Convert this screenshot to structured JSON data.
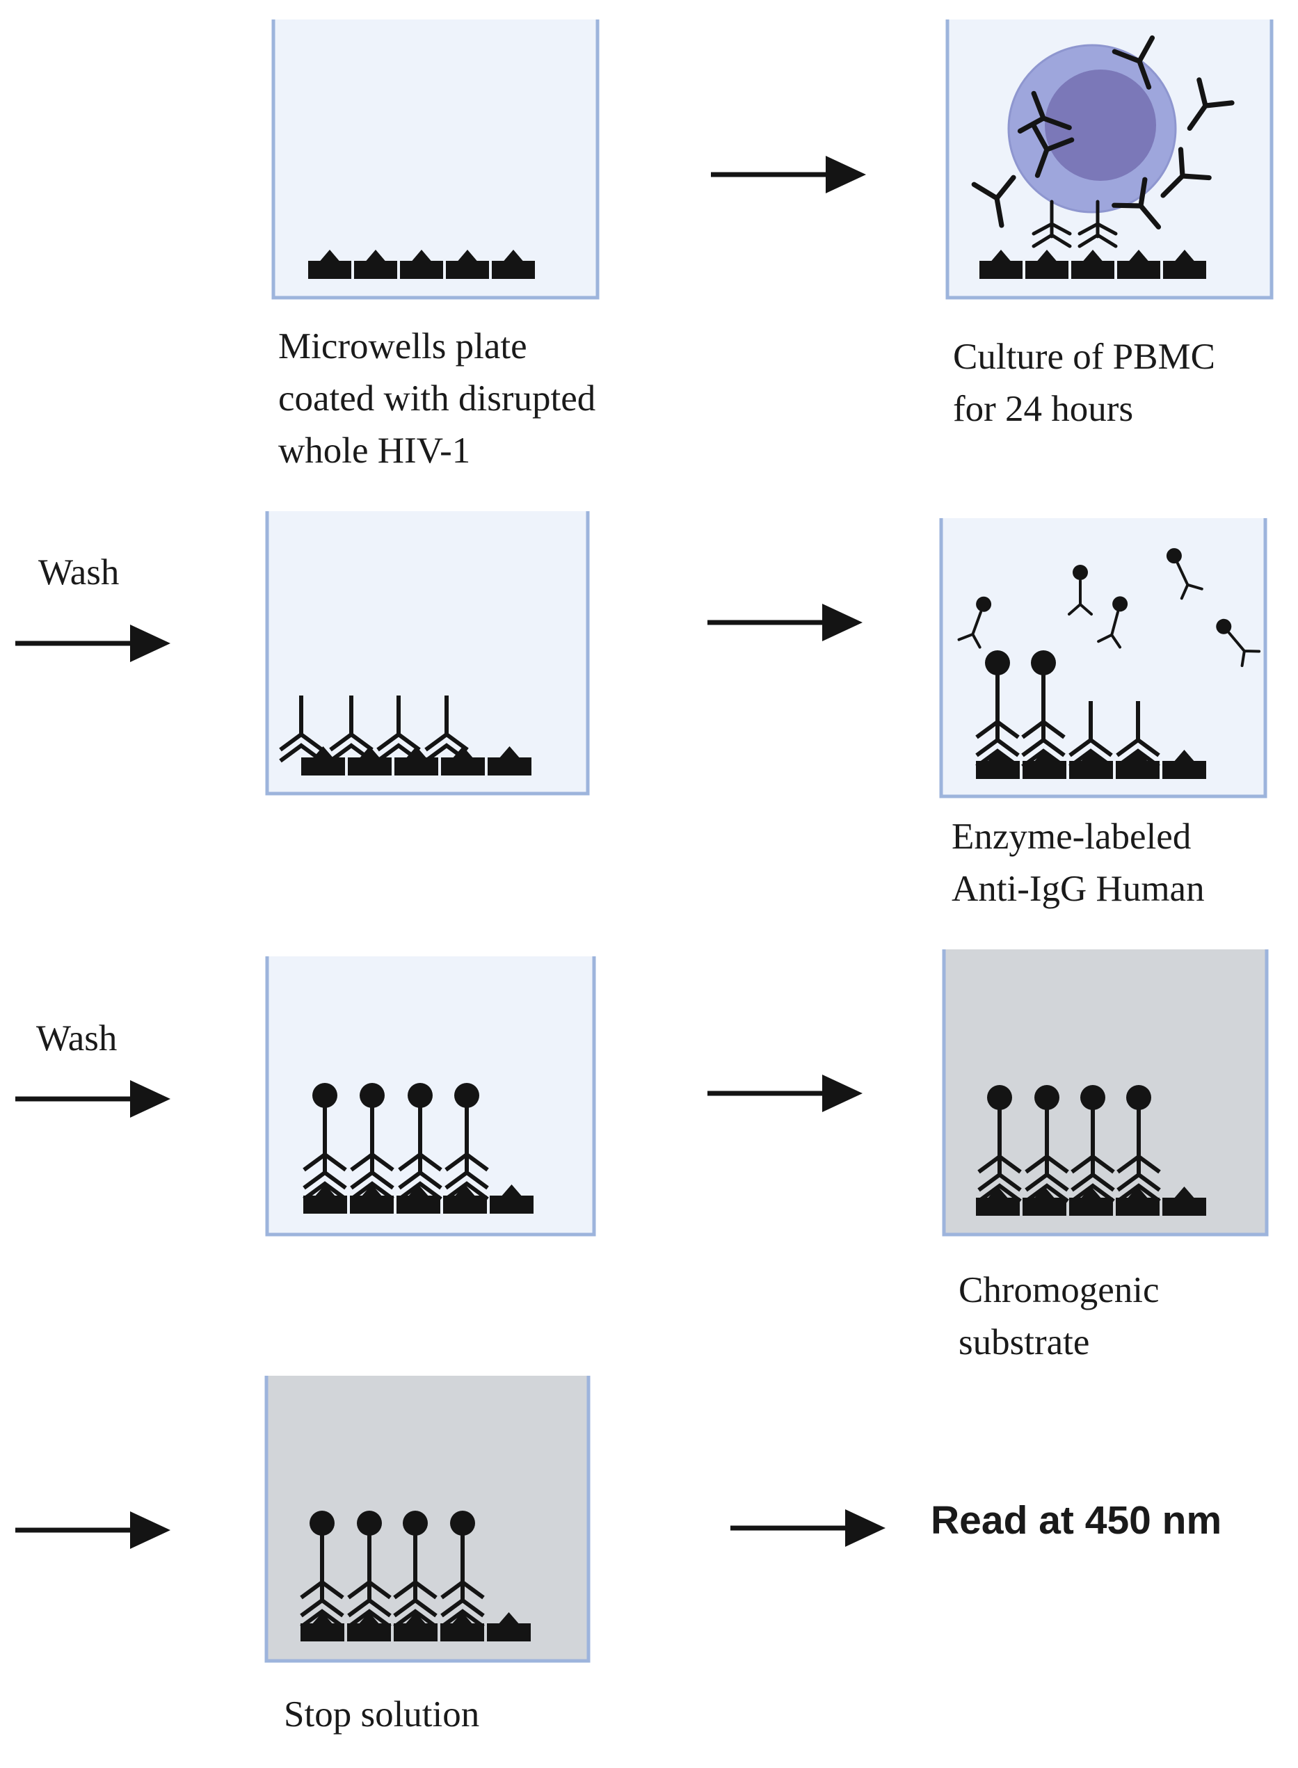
{
  "colors": {
    "well_light": "#eef3fb",
    "well_gray": "#d2d5d9",
    "well_border": "#9db4dc",
    "ink": "#141414",
    "cell_outer": "#9ea6dc",
    "cell_inner": "#7b78b8"
  },
  "steps": [
    {
      "id": "microwells",
      "label": [
        "Microwells plate",
        "coated with disrupted",
        "whole HIV-1"
      ]
    },
    {
      "id": "pbmc-culture",
      "label": [
        "Culture of PBMC",
        "for 24 hours"
      ]
    },
    {
      "id": "wash-1",
      "arrow_label": "Wash"
    },
    {
      "id": "enzyme-labeled",
      "label": [
        "Enzyme-labeled",
        "Anti-IgG Human"
      ]
    },
    {
      "id": "wash-2",
      "arrow_label": "Wash"
    },
    {
      "id": "chromogenic",
      "label": [
        "Chromogenic",
        "substrate"
      ]
    },
    {
      "id": "stop",
      "label": [
        "Stop solution"
      ]
    },
    {
      "id": "read",
      "result": "Read at 450 nm"
    }
  ]
}
